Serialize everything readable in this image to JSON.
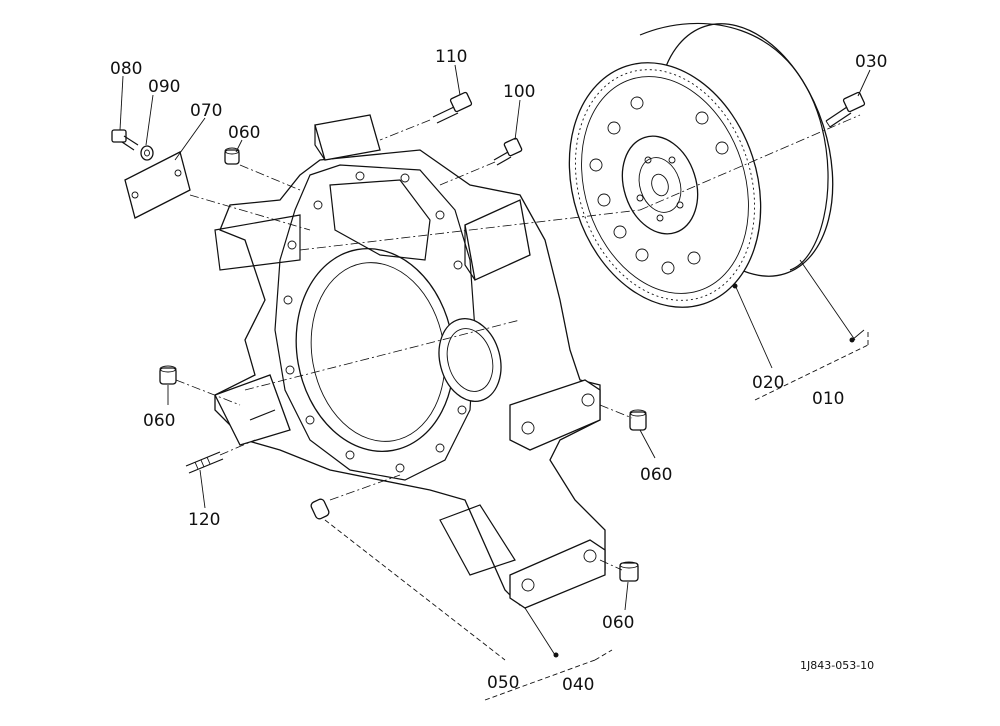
{
  "drawing_code": "1J843-053-10",
  "callouts": {
    "c010": "010",
    "c020": "020",
    "c030": "030",
    "c040": "040",
    "c050": "050",
    "c060a": "060",
    "c060b": "060",
    "c060c": "060",
    "c060d": "060",
    "c070": "070",
    "c080": "080",
    "c090": "090",
    "c100": "100",
    "c110": "110",
    "c120": "120"
  }
}
